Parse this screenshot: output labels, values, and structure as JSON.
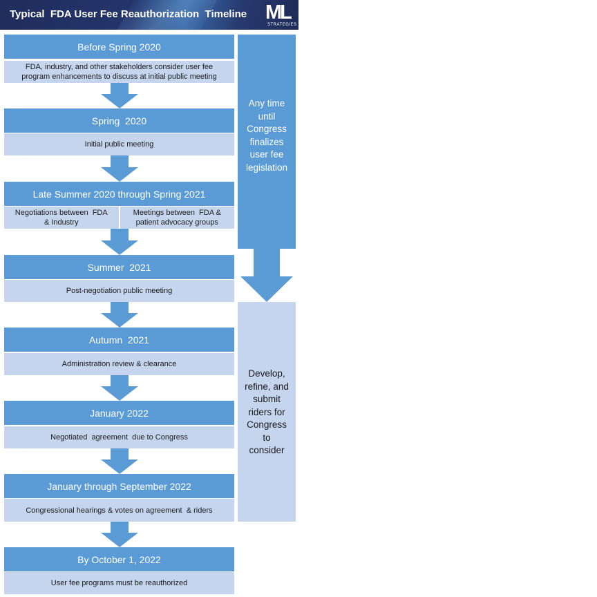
{
  "header": {
    "title": "Typical  FDA User Fee Reauthorization  Timeline",
    "logo_mark": "ML",
    "logo_sub": "STRATEGIES"
  },
  "stages": [
    {
      "title": "Before Spring 2020",
      "desc": "FDA, industry, and other stakeholders consider user fee\nprogram enhancements to discuss at initial public meeting"
    },
    {
      "title": "Spring  2020",
      "desc": "Initial public meeting"
    },
    {
      "title": "Late Summer 2020 through Spring 2021",
      "desc_left": "Negotiations between  FDA\n& Industry",
      "desc_right": "Meetings between  FDA &\npatient advocacy groups"
    },
    {
      "title": "Summer  2021",
      "desc": "Post-negotiation public meeting"
    },
    {
      "title": "Autumn  2021",
      "desc": "Administration review & clearance"
    },
    {
      "title": "January 2022",
      "desc": "Negotiated  agreement  due to Congress"
    },
    {
      "title": "January through September 2022",
      "desc": "Congressional hearings & votes on agreement  & riders"
    },
    {
      "title": "By October 1, 2022",
      "desc": "User fee programs must be reauthorized"
    }
  ],
  "side": {
    "top_text": "Any time\nuntil\nCongress\nfinalizes\nuser fee\nlegislation",
    "bottom_text": "Develop,\nrefine, and\nsubmit\nriders for\nCongress\nto\nconsider"
  },
  "colors": {
    "header_bg": "#1f2d5c",
    "stage_blue": "#5b9bd5",
    "light_blue": "#c5d5ee",
    "arrow_blue": "#5b9bd5"
  }
}
